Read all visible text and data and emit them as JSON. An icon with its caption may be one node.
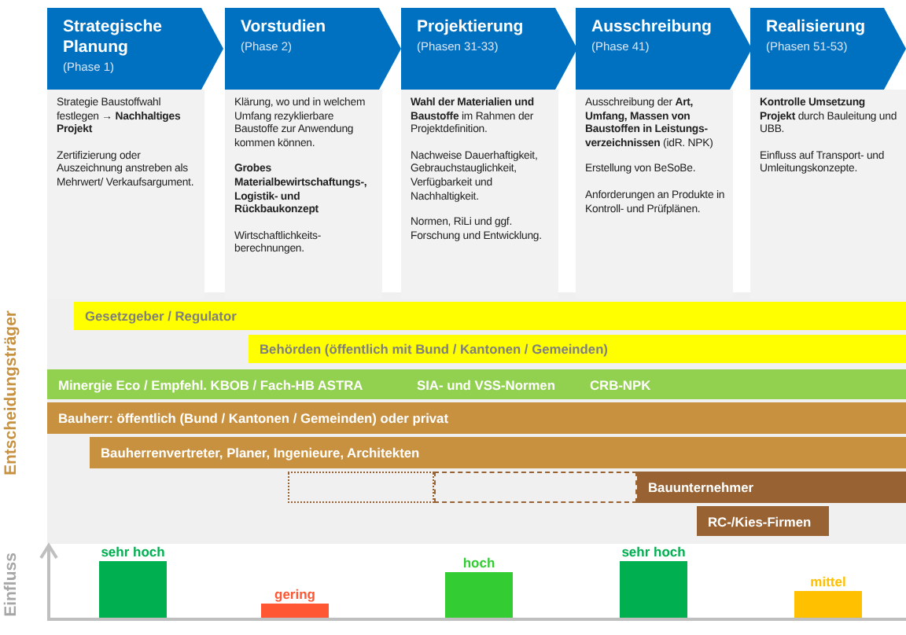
{
  "diagram": {
    "nodes": [
      {
        "text": [
          "Strategische Planung",
          "(Phase 1)"
        ]
      },
      {
        "text": [
          "Strategie Baustoffwahl festlegen → **Nachhaltiges Projekt**",
          "Zertifizierung oder Auszeichnung anstreben als Mehrwert/ Verkaufsargument."
        ]
      },
      {
        "text": [
          "Vorstudien",
          "(Phase 2)"
        ]
      },
      {
        "text": [
          "Klärung, wo und in welchem Umfang rezyklierbare Baustoffe zur Anwendung kommen können.",
          "Grobes Materialbewirtschaftungs-, Logistik- und Rückbaukonzept",
          "Wirtschaftlichkeits- berechnungen."
        ]
      },
      {
        "text": [
          "Projektierung",
          "(Phasen 31-33)"
        ]
      },
      {
        "text": [
          "**Wahl der Materialien und Baustoffe** im Rahmen der Projektdefinition.",
          "Nachweise Dauerhaftigkeit, Gebrauchstauglichkeit, Verfügbarkeit und Nachhaltigkeit.",
          "Normen, RiLi und ggf. Forschung und Entwicklung."
        ]
      },
      {
        "text": [
          "Ausschreibung",
          "(Phase 41)"
        ]
      },
      {
        "text": [
          "Ausschreibung der **Art, Umfang, Massen von Baustoffen in Leistungs- verzeichnissen** (idR. NPK)",
          "Erstellung von BeSoBe.",
          "Anforderungen an Produkte in Kontroll- und Prüfplänen."
        ]
      },
      {
        "text": [
          "Realisierung",
          "(Phasen 51-53)"
        ]
      },
      {
        "text": [
          "**Kontrolle Umsetzung Projekt** durch Bauleitung und UBB.",
          "Einfluss auf Transport- und Umleitungskonzepte."
        ]
      },
      {
        "text": [
          "Gesetzgeber / Regulator"
        ]
      },
      {
        "text": [
          "Behörden (öffentlich  mit Bund / Kantonen / Gemeinden)"
        ]
      },
      {
        "text": [
          "Minergie Eco / Empfehl. KBOB / Fach-HB ASTRA",
          "SIA- und VSS-Normen",
          "CRB-NPK"
        ]
      },
      {
        "text": [
          "Bauherr: öffentlich (Bund / Kantonen / Gemeinden) oder privat"
        ]
      },
      {
        "text": [
          "Bauherrenvertreter,  Planer,  Ingenieure,  Architekten"
        ]
      },
      {
        "text": [],
        "shape": "box"
      },
      {
        "text": [],
        "shape": "box"
      },
      {
        "text": [
          "Bauunternehmer"
        ]
      },
      {
        "text": [
          "RC-/Kies-Firmen"
        ]
      }
    ],
    "labels": [
      "Entscheidungsträger",
      "Einfluss",
      "sehr hoch",
      "gering",
      "hoch",
      "sehr hoch",
      "mittel"
    ]
  }
}
